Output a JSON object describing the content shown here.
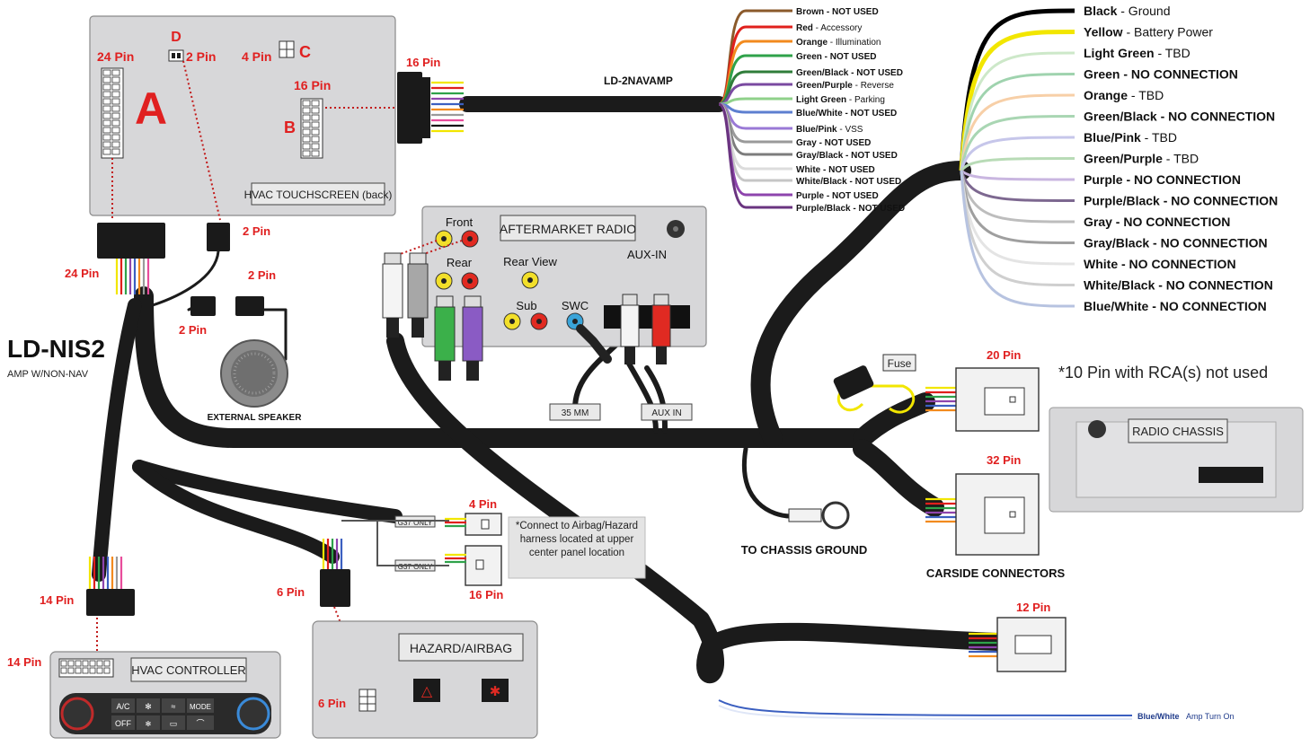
{
  "hvac_touchscreen": {
    "title": "HVAC TOUCHSCREEN (back)",
    "port_a_label": "A",
    "port_a_pins": "24 Pin",
    "port_b_label": "B",
    "port_b_pins": "16 Pin",
    "port_c_label": "C",
    "port_c_pins": "4 Pin",
    "port_d_label": "D",
    "port_d_pins": "2 Pin"
  },
  "harness": {
    "name": "LD-NIS2",
    "subtitle": "AMP W/NON-NAV",
    "amp_harness": "LD-2NAVAMP"
  },
  "pin_labels": {
    "amp_16pin": "16 Pin",
    "touch_24pin": "24 Pin",
    "touch_2pin": "2 Pin",
    "speaker_2pin_a": "2 Pin",
    "speaker_2pin_b": "2 Pin",
    "hvac_14pin_a": "14 Pin",
    "hvac_14pin_b": "14 Pin",
    "hazard_6pin_a": "6 Pin",
    "hazard_6pin_b": "6 Pin",
    "g37_4pin": "4 Pin",
    "g37_16pin": "16 Pin",
    "car_20pin": "20 Pin",
    "car_32pin": "32 Pin",
    "car_12pin": "12 Pin"
  },
  "amp_wires": [
    {
      "color": "Brown",
      "desc": "NOT USED",
      "hex": "#8b5a2b"
    },
    {
      "color": "Red",
      "desc": "Accessory",
      "hex": "#e0201c"
    },
    {
      "color": "Orange",
      "desc": "Illumination",
      "hex": "#f28a1e"
    },
    {
      "color": "Green",
      "desc": "NOT USED",
      "hex": "#2fa24a"
    },
    {
      "color": "Green/Black",
      "desc": "NOT USED",
      "hex": "#2f7d3a"
    },
    {
      "color": "Green/Purple",
      "desc": "Reverse",
      "hex": "#7a4aa0"
    },
    {
      "color": "Light Green",
      "desc": "Parking",
      "hex": "#8fd18a"
    },
    {
      "color": "Blue/White",
      "desc": "NOT USED",
      "hex": "#5d7fd0"
    },
    {
      "color": "Blue/Pink",
      "desc": "VSS",
      "hex": "#9a79d6"
    },
    {
      "color": "Gray",
      "desc": "NOT USED",
      "hex": "#9a9a9a"
    },
    {
      "color": "Gray/Black",
      "desc": "NOT USED",
      "hex": "#7c7c7c"
    },
    {
      "color": "White",
      "desc": "NOT USED",
      "hex": "#dcdcdc"
    },
    {
      "color": "White/Black",
      "desc": "NOT USED",
      "hex": "#c6c6c6"
    },
    {
      "color": "Purple",
      "desc": "NOT USED",
      "hex": "#8e44ad"
    },
    {
      "color": "Purple/Black",
      "desc": "NOT USED",
      "hex": "#6a3480"
    }
  ],
  "power_wires": [
    {
      "color": "Black",
      "desc": "Ground",
      "hex": "#000000"
    },
    {
      "color": "Yellow",
      "desc": "Battery Power",
      "hex": "#f2e600"
    },
    {
      "color": "Light Green",
      "desc": "TBD",
      "hex": "#cde8c9"
    },
    {
      "color": "Green",
      "desc": "NO CONNECTION",
      "hex": "#9fd3ae"
    },
    {
      "color": "Orange",
      "desc": "TBD",
      "hex": "#f7cfa7"
    },
    {
      "color": "Green/Black",
      "desc": "NO CONNECTION",
      "hex": "#a9d6b3"
    },
    {
      "color": "Blue/Pink",
      "desc": "TBD",
      "hex": "#c6c6ea"
    },
    {
      "color": "Green/Purple",
      "desc": "TBD",
      "hex": "#b8dbb6"
    },
    {
      "color": "Purple",
      "desc": "NO CONNECTION",
      "hex": "#c9b6e0"
    },
    {
      "color": "Purple/Black",
      "desc": "NO CONNECTION",
      "hex": "#7d6890"
    },
    {
      "color": "Gray",
      "desc": "NO CONNECTION",
      "hex": "#bdbdbd"
    },
    {
      "color": "Gray/Black",
      "desc": "NO CONNECTION",
      "hex": "#9f9f9f"
    },
    {
      "color": "White",
      "desc": "NO CONNECTION",
      "hex": "#e4e4e4"
    },
    {
      "color": "White/Black",
      "desc": "NO CONNECTION",
      "hex": "#cfcfcf"
    },
    {
      "color": "Blue/White",
      "desc": "NO CONNECTION",
      "hex": "#b7c3e0"
    }
  ],
  "aftermarket_radio": {
    "title": "AFTERMARKET RADIO",
    "front": "Front",
    "rear": "Rear",
    "rear_view": "Rear View",
    "sub": "Sub",
    "swc": "SWC",
    "aux_in": "AUX-IN",
    "tag_35mm": "35 MM",
    "tag_aux": "AUX IN"
  },
  "speaker": {
    "label": "EXTERNAL SPEAKER"
  },
  "hvac_controller": {
    "title": "HVAC CONTROLLER",
    "btn_ac": "A/C",
    "btn_off": "OFF",
    "btn_mode": "MODE"
  },
  "hazard": {
    "title": "HAZARD/AIRBAG"
  },
  "g37": {
    "tag1": "G37 ONLY",
    "tag2": "G37 ONLY",
    "note": "*Connect to Airbag/Hazard harness  located at upper center panel location"
  },
  "fuse": {
    "label": "Fuse"
  },
  "ground": {
    "label": "TO CHASSIS GROUND"
  },
  "carside": {
    "label": "CARSIDE CONNECTORS"
  },
  "radio_chassis": {
    "title": "RADIO CHASSIS",
    "note": "*10 Pin with RCA(s) not used"
  },
  "amp_turn_on": {
    "color": "Blue/White",
    "desc": "Amp Turn On",
    "hex": "#3b5fc0"
  }
}
